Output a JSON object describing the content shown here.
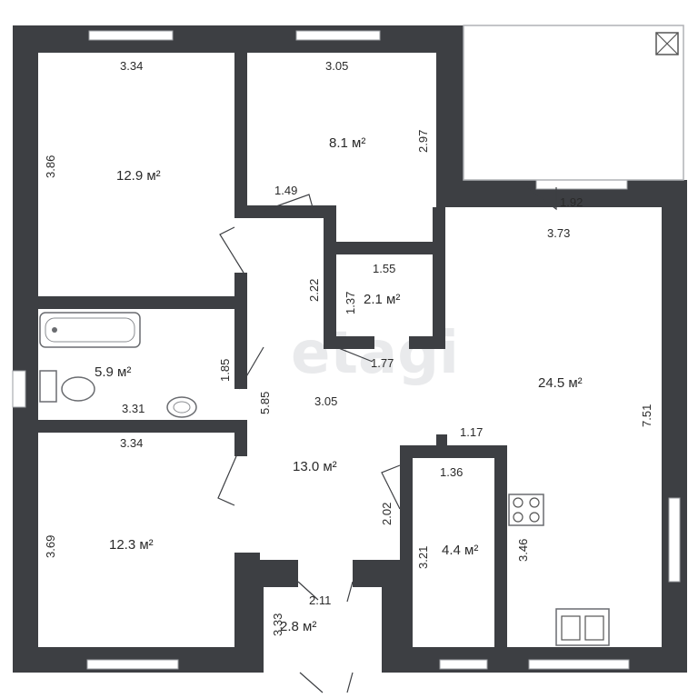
{
  "watermark": "etagi",
  "rooms": [
    {
      "id": "bedroom-nw",
      "area": "12.9 м²"
    },
    {
      "id": "bedroom-n",
      "area": "8.1 м²"
    },
    {
      "id": "closet",
      "area": "2.1 м²"
    },
    {
      "id": "bathroom",
      "area": "5.9 м²"
    },
    {
      "id": "hall",
      "area": "13.0 м²"
    },
    {
      "id": "bedroom-sw",
      "area": "12.3 м²"
    },
    {
      "id": "vestibule",
      "area": "2.8 м²"
    },
    {
      "id": "pantry",
      "area": "4.4 м²"
    },
    {
      "id": "living-kitchen",
      "area": "24.5 м²"
    }
  ],
  "dimensions": [
    "3.34",
    "3.05",
    "3.86",
    "2.97",
    "1.49",
    "1.92",
    "3.73",
    "2.22",
    "1.55",
    "1.37",
    "1.77",
    "1.85",
    "3.31",
    "5.85",
    "3.05",
    "7.51",
    "1.17",
    "3.34",
    "1.36",
    "2.02",
    "3.69",
    "3.21",
    "3.46",
    "2.11",
    "3.33"
  ],
  "fixtures": [
    "bathtub",
    "toilet",
    "sink",
    "stove",
    "kitchen-sink",
    "ventilation-shaft"
  ]
}
